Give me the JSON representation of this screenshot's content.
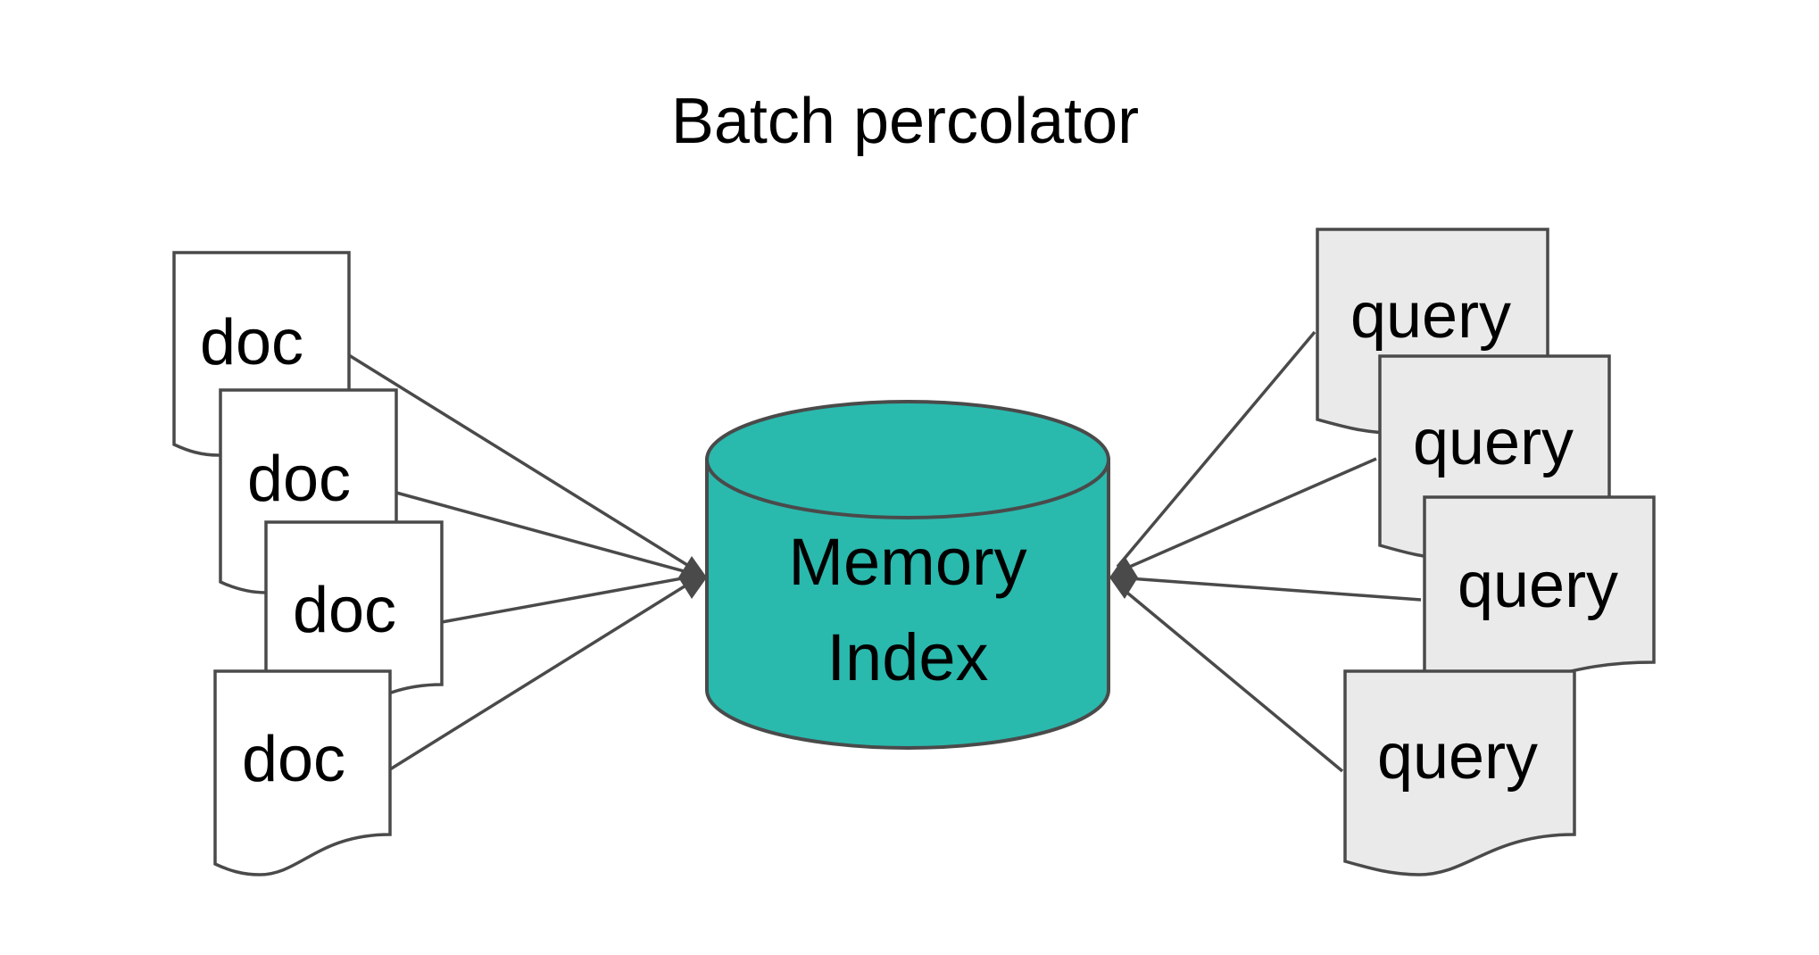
{
  "title": "Batch percolator",
  "center": {
    "line1": "Memory",
    "line2": "Index"
  },
  "docs": [
    "doc",
    "doc",
    "doc",
    "doc"
  ],
  "queries": [
    "query",
    "query",
    "query",
    "query"
  ],
  "colors": {
    "cylinder_fill": "#2ab9ad",
    "doc_fill": "#ffffff",
    "query_fill": "#eaeaea",
    "stroke": "#4a4a4a"
  }
}
